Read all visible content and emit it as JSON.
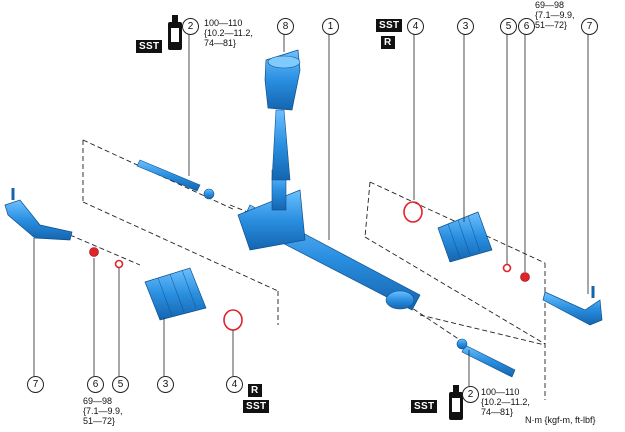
{
  "callouts": {
    "c1": "1",
    "c2_top": "2",
    "c2_bottom": "2",
    "c3_left": "3",
    "c3_right": "3",
    "c4_left": "4",
    "c4_right": "4",
    "c5_left": "5",
    "c5_right": "5",
    "c6_left": "6",
    "c6_right": "6",
    "c7_left": "7",
    "c7_right": "7",
    "c8": "8"
  },
  "torque_specs": {
    "tie_rod_top": "100—110\n{10.2—11.2,\n74—81}",
    "tie_rod_bottom": "100—110\n{10.2—11.2,\n74—81}",
    "locknut_left": "69—98\n{7.1—9.9,\n51—72}",
    "locknut_right": "69—98\n{7.1—9.9,\n51—72}"
  },
  "tags": {
    "sst": "SST",
    "replace": "R"
  },
  "unit_note": "N·m {kgf-m, ft-lbf}",
  "icons": [
    "grease-can-icon",
    "clip-ring-icon",
    "boot-icon",
    "tie-rod-end-icon",
    "steering-rack-icon"
  ],
  "colors": {
    "part_blue": "#2a8fe0",
    "part_dark": "#1465b0",
    "red_part": "#e0242a"
  }
}
